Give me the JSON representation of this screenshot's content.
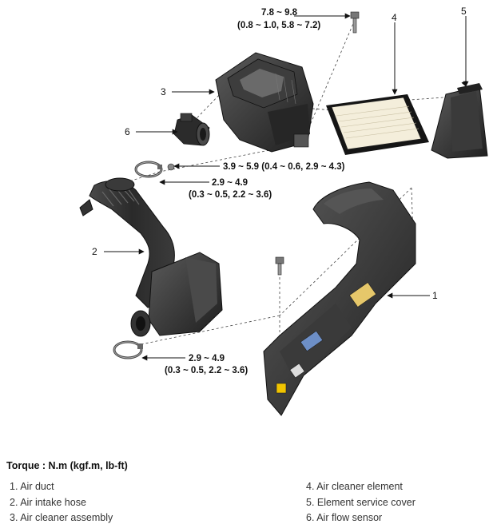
{
  "torque": {
    "t1": [
      "7.8 ~ 9.8",
      "(0.8 ~ 1.0, 5.8 ~ 7.2)"
    ],
    "t2": [
      "3.9 ~ 5.9 (0.4 ~ 0.6, 2.9 ~ 4.3)"
    ],
    "t3": [
      "2.9 ~ 4.9",
      "(0.3 ~ 0.5, 2.2 ~ 3.6)"
    ],
    "t4": [
      "2.9 ~ 4.9",
      "(0.3 ~ 0.5, 2.2 ~ 3.6)"
    ]
  },
  "callouts": [
    "1",
    "2",
    "3",
    "4",
    "5",
    "6"
  ],
  "legend": {
    "title": "Torque : N.m (kgf.m, lb-ft)",
    "items": [
      "1. Air duct",
      "2. Air intake hose",
      "3. Air cleaner assembly",
      "4. Air cleaner element",
      "5. Element service cover",
      "6. Air flow sensor"
    ]
  },
  "colors": {
    "part": "#2e2e2e",
    "part_light": "#5a5a5a",
    "filter": "#f2ecd9",
    "label": "#f1c400"
  }
}
